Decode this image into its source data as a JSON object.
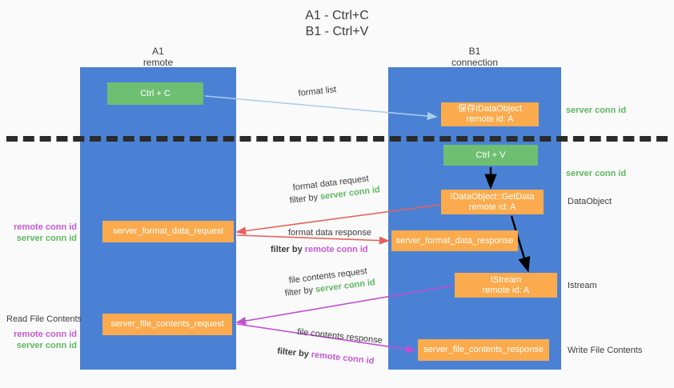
{
  "title": {
    "line1": "A1 - Ctrl+C",
    "line2": "B1 - Ctrl+V"
  },
  "lanes": {
    "a": {
      "name": "A1",
      "role": "remote"
    },
    "b": {
      "name": "B1",
      "role": "connection"
    }
  },
  "colors": {
    "lane": "#4a81d4",
    "green_box": "#6fbf73",
    "orange_box": "#fbab4d",
    "server_conn": "#5cb860",
    "remote_conn": "#c45ad0",
    "arrow_format_list": "#a8cdee",
    "arrow_format_data": "#e8605a",
    "arrow_file_contents": "#c14fd0",
    "arrow_black": "#000000",
    "background": "#fafafa",
    "text": "#3c3c3c"
  },
  "boxes": {
    "ctrl_c": {
      "label": "Ctrl + C",
      "kind": "green"
    },
    "save_idataobject": {
      "label": "保存IDataObject",
      "sub": "remote id: A",
      "kind": "orange"
    },
    "ctrl_v": {
      "label": "Ctrl + V",
      "kind": "green"
    },
    "getdata": {
      "label": "IDataObject::GetData",
      "sub": "remote id: A",
      "kind": "orange"
    },
    "format_data_request": {
      "label": "server_format_data_request",
      "kind": "orange"
    },
    "format_data_response": {
      "label": "server_format_data_response",
      "kind": "orange"
    },
    "istream": {
      "label": "IStream",
      "sub": "remote id: A",
      "kind": "orange"
    },
    "file_contents_request": {
      "label": "server_file_contents_request",
      "kind": "orange"
    },
    "file_contents_response": {
      "label": "server_file_contents_response",
      "kind": "orange"
    }
  },
  "edge_labels": {
    "format_list": "format list",
    "format_data_request": "format data request",
    "format_data_request_filter_prefix": "filter by ",
    "format_data_request_filter_value": "server conn id",
    "format_data_response": "format data response",
    "format_data_response_filter_prefix": "filter by ",
    "format_data_response_filter_value": "remote conn id",
    "file_contents_request": "file contents request",
    "file_contents_request_filter_prefix": "filter by ",
    "file_contents_request_filter_value": "server conn id",
    "file_contents_response": "file contents response",
    "file_contents_response_filter_prefix": "filter by ",
    "file_contents_response_filter_value": "remote conn id"
  },
  "annotations": {
    "server_conn_top": "server conn id",
    "server_conn_mid": "server conn id",
    "dataobject": "DataObject",
    "istream": "Istream",
    "write_file_contents": "Write File Contents",
    "read_file_contents": "Read File Contents",
    "remote_conn_left_1": "remote conn id",
    "server_conn_left_1": "server conn id",
    "remote_conn_left_2": "remote conn id",
    "server_conn_left_2": "server conn id"
  }
}
